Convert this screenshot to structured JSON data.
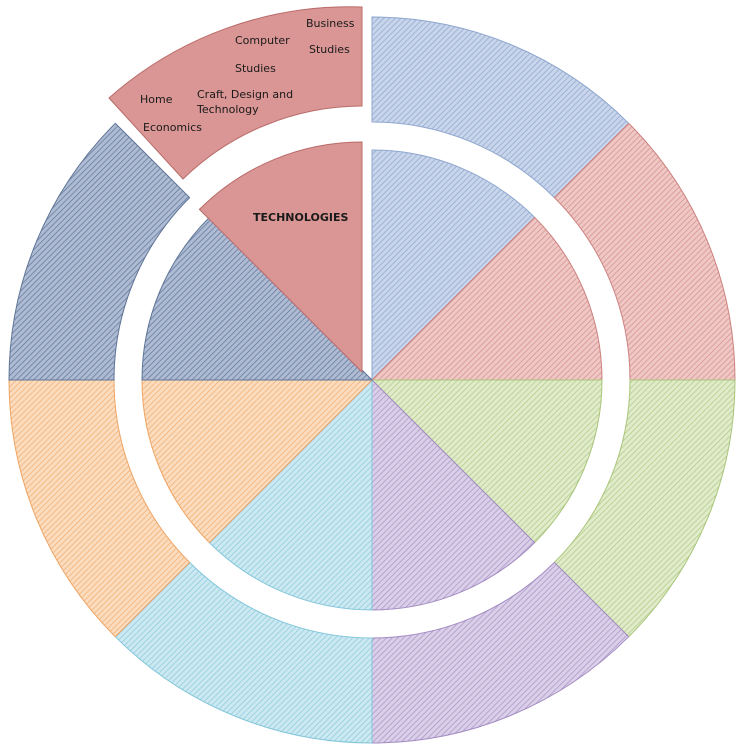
{
  "wheel": {
    "core_label": "TECHNOLOGIES",
    "outer_labels": {
      "business_studies": "Business\nStudies",
      "computer_studies": "Computer\nStudies",
      "craft_design_technology": "Craft, Design and\nTechnology",
      "home_economics": "Home\nEconomics"
    },
    "highlighted_segment_color": "#d99694",
    "segment_colors": [
      {
        "name": "blue",
        "fill": "#b9c8e3",
        "stroke": "#8ea6cf"
      },
      {
        "name": "red",
        "fill": "#e6b0ae",
        "stroke": "#cc8380"
      },
      {
        "name": "green",
        "fill": "#d3e2b4",
        "stroke": "#a9c57a"
      },
      {
        "name": "purple",
        "fill": "#cdbedf",
        "stroke": "#a38cc2"
      },
      {
        "name": "aqua",
        "fill": "#b9e0ec",
        "stroke": "#84c6da"
      },
      {
        "name": "orange",
        "fill": "#f9cfa8",
        "stroke": "#eea463"
      },
      {
        "name": "navy",
        "fill": "#96a8c6",
        "stroke": "#5f7597"
      },
      {
        "name": "rose",
        "fill": "#d99694",
        "stroke": "#b96b69"
      }
    ]
  }
}
